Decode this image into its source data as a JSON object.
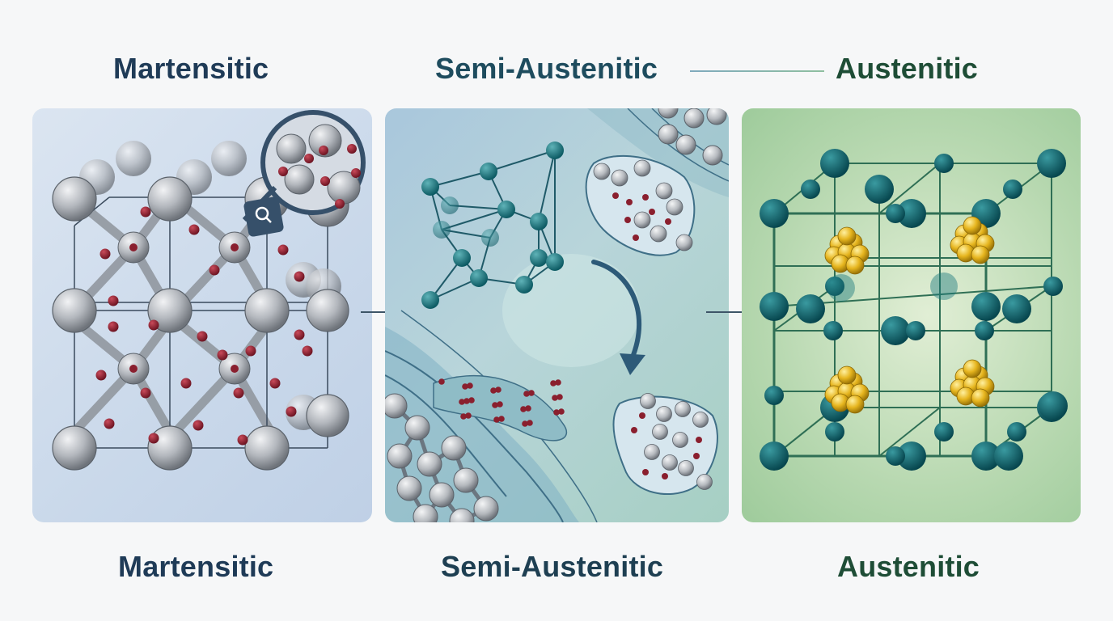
{
  "top_labels": {
    "left": "Martensitic",
    "middle": "Semi-Austenitic",
    "right": "Austenitic"
  },
  "bottom_labels": {
    "left": "Martensitic",
    "middle": "Semi-Austenitic",
    "right": "Austenitic"
  },
  "colors": {
    "title_blue": "#1f3b57",
    "title_teal": "#1e4c5e",
    "title_green": "#1e4d36",
    "panel_martensitic": "#c9d8ea",
    "panel_semi": "#b4d2d8",
    "panel_austenitic": "#b7d8b0",
    "atom_iron": "#a9adb3",
    "atom_carbon": "#8a1f2e",
    "atom_teal": "#0f6b72",
    "atom_gold": "#e0b21c"
  },
  "icons": {
    "magnifier": "magnifier-icon",
    "transformation_arrow": "curved-arrow-icon"
  }
}
